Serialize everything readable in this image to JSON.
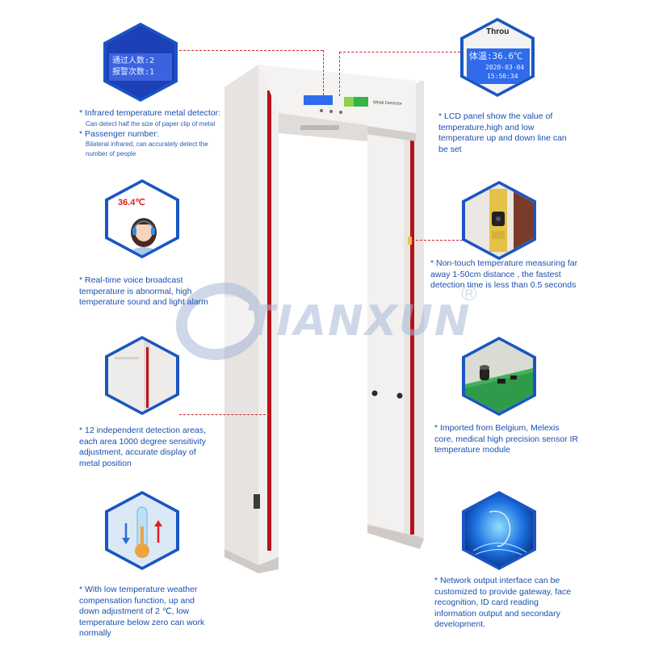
{
  "left_panels": [
    {
      "caption_bullets": [
        {
          "text": "* Infrared temperature metal detector:",
          "sub": "Can detect half the size of paper clip of metal"
        },
        {
          "text": "* Passenger number:",
          "sub": "Bilateral infrared, can accurately detect the number of people"
        }
      ],
      "lcd_lines": [
        "通过人数:2",
        "报警次数:1"
      ]
    },
    {
      "caption": "* Real-time voice broadcast temperature is abnormal, high temperature sound and light alarm",
      "temp_label": "36.4℃"
    },
    {
      "caption": "* 12 independent detection areas, each area 1000 degree sensitivity adjustment, accurate display of metal position"
    },
    {
      "caption": "* With low temperature weather compensation function, up and down adjustment of 2 ℃, low temperature below zero can work normally"
    }
  ],
  "right_panels": [
    {
      "caption": "* LCD panel show the value of temperature,high and low temperature up and down line can be set",
      "lcd_top": "Throu",
      "lcd_lines": [
        "体温:36.6℃",
        "2020-03-04",
        "15:50:34"
      ]
    },
    {
      "caption": "* Non-touch temperature measuring far away 1-50cm distance , the fastest detection time is less than 0.5 seconds"
    },
    {
      "caption": "* Imported from Belgium, Melexis core, medical high precision sensor IR temperature module"
    },
    {
      "caption": "* Network output interface can be customized to provide gateway, face recognition, ID card reading information output and secondary development."
    }
  ],
  "gate": {
    "label": "Metal Detector"
  },
  "watermark": {
    "text": "TIANXUN",
    "registered": "R"
  },
  "colors": {
    "accent_blue": "#1a56c2",
    "caption_blue": "#1a4fb0",
    "leader_red": "#d9232e",
    "lcd_blue": "#2f6bea",
    "gate_frame": "#e8e4e2",
    "led_strip": "#b5121b"
  }
}
